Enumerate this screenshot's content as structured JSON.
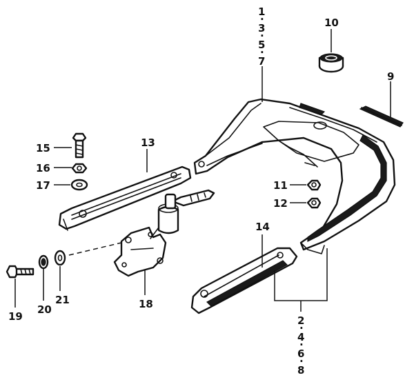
{
  "callouts": {
    "c1": "1",
    "c3": "3",
    "c5": "5",
    "c7": "7",
    "c2": "2",
    "c4": "4",
    "c6": "6",
    "c8": "8",
    "c9": "9",
    "c10": "10",
    "c11": "11",
    "c12": "12",
    "c13": "13",
    "c14": "14",
    "c15": "15",
    "c16": "16",
    "c17": "17",
    "c18": "18",
    "c19": "19",
    "c20": "20",
    "c21": "21"
  },
  "dots": "·"
}
